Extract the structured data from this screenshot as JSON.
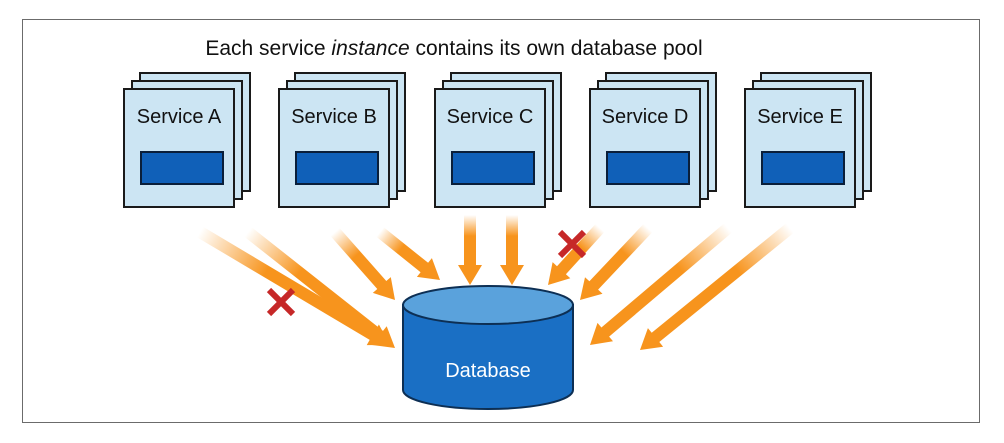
{
  "title": {
    "before": "Each service ",
    "emphasis": "instance",
    "after": " contains its own database pool"
  },
  "services": [
    {
      "label": "Service A"
    },
    {
      "label": "Service B"
    },
    {
      "label": "Service C"
    },
    {
      "label": "Service D"
    },
    {
      "label": "Service E"
    }
  ],
  "database": {
    "label": "Database"
  },
  "colors": {
    "box_fill": "#cce5f3",
    "box_stroke": "#1a1a1a",
    "pool_fill": "#1060b8",
    "arrow": "#f7941d",
    "db_fill": "#1a6fc4",
    "db_top": "#5aa2dc",
    "cross": "#c62828"
  }
}
